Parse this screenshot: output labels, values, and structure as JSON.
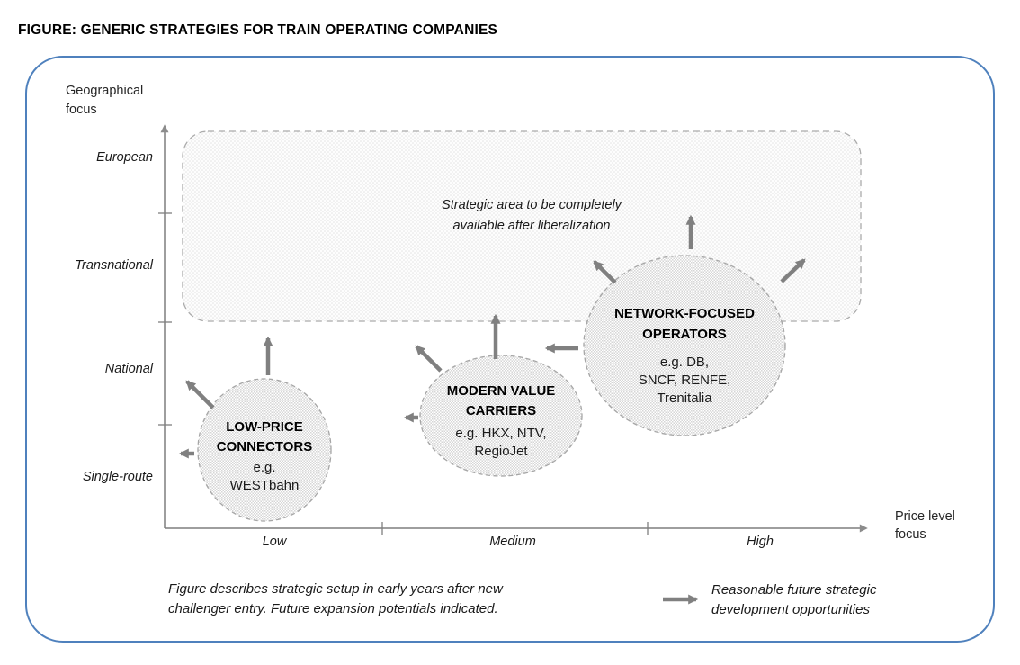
{
  "title": "FIGURE: GENERIC STRATEGIES FOR TRAIN OPERATING COMPANIES",
  "axes": {
    "y_label": "Geographical\nfocus",
    "x_label": "Price level\nfocus",
    "y_ticks": [
      "European",
      "Transnational",
      "National",
      "Single-route"
    ],
    "x_ticks": [
      "Low",
      "Medium",
      "High"
    ]
  },
  "strategic_area": {
    "label": "Strategic area to be completely\navailable after liberalization"
  },
  "strategies": [
    {
      "name": "LOW-PRICE\nCONNECTORS",
      "examples": "e.g.\nWESTbahn"
    },
    {
      "name": "MODERN VALUE\nCARRIERS",
      "examples": "e.g.  HKX, NTV,\nRegioJet"
    },
    {
      "name": "NETWORK-FOCUSED\nOPERATORS",
      "examples": "e.g.  DB,\nSNCF, RENFE,\nTrenitalia"
    }
  ],
  "footnote": "Figure describes strategic setup in early years after new\nchallenger entry. Future expansion potentials indicated.",
  "legend": {
    "arrow_label": "Reasonable future strategic\ndevelopment opportunities"
  },
  "colors": {
    "frame_border": "#4f81bd",
    "axis_gray": "#7f7f7f",
    "arrow_gray": "#808080",
    "dashed_border_gray": "#a6a6a6",
    "pattern_gray": "#d6d6d6"
  }
}
